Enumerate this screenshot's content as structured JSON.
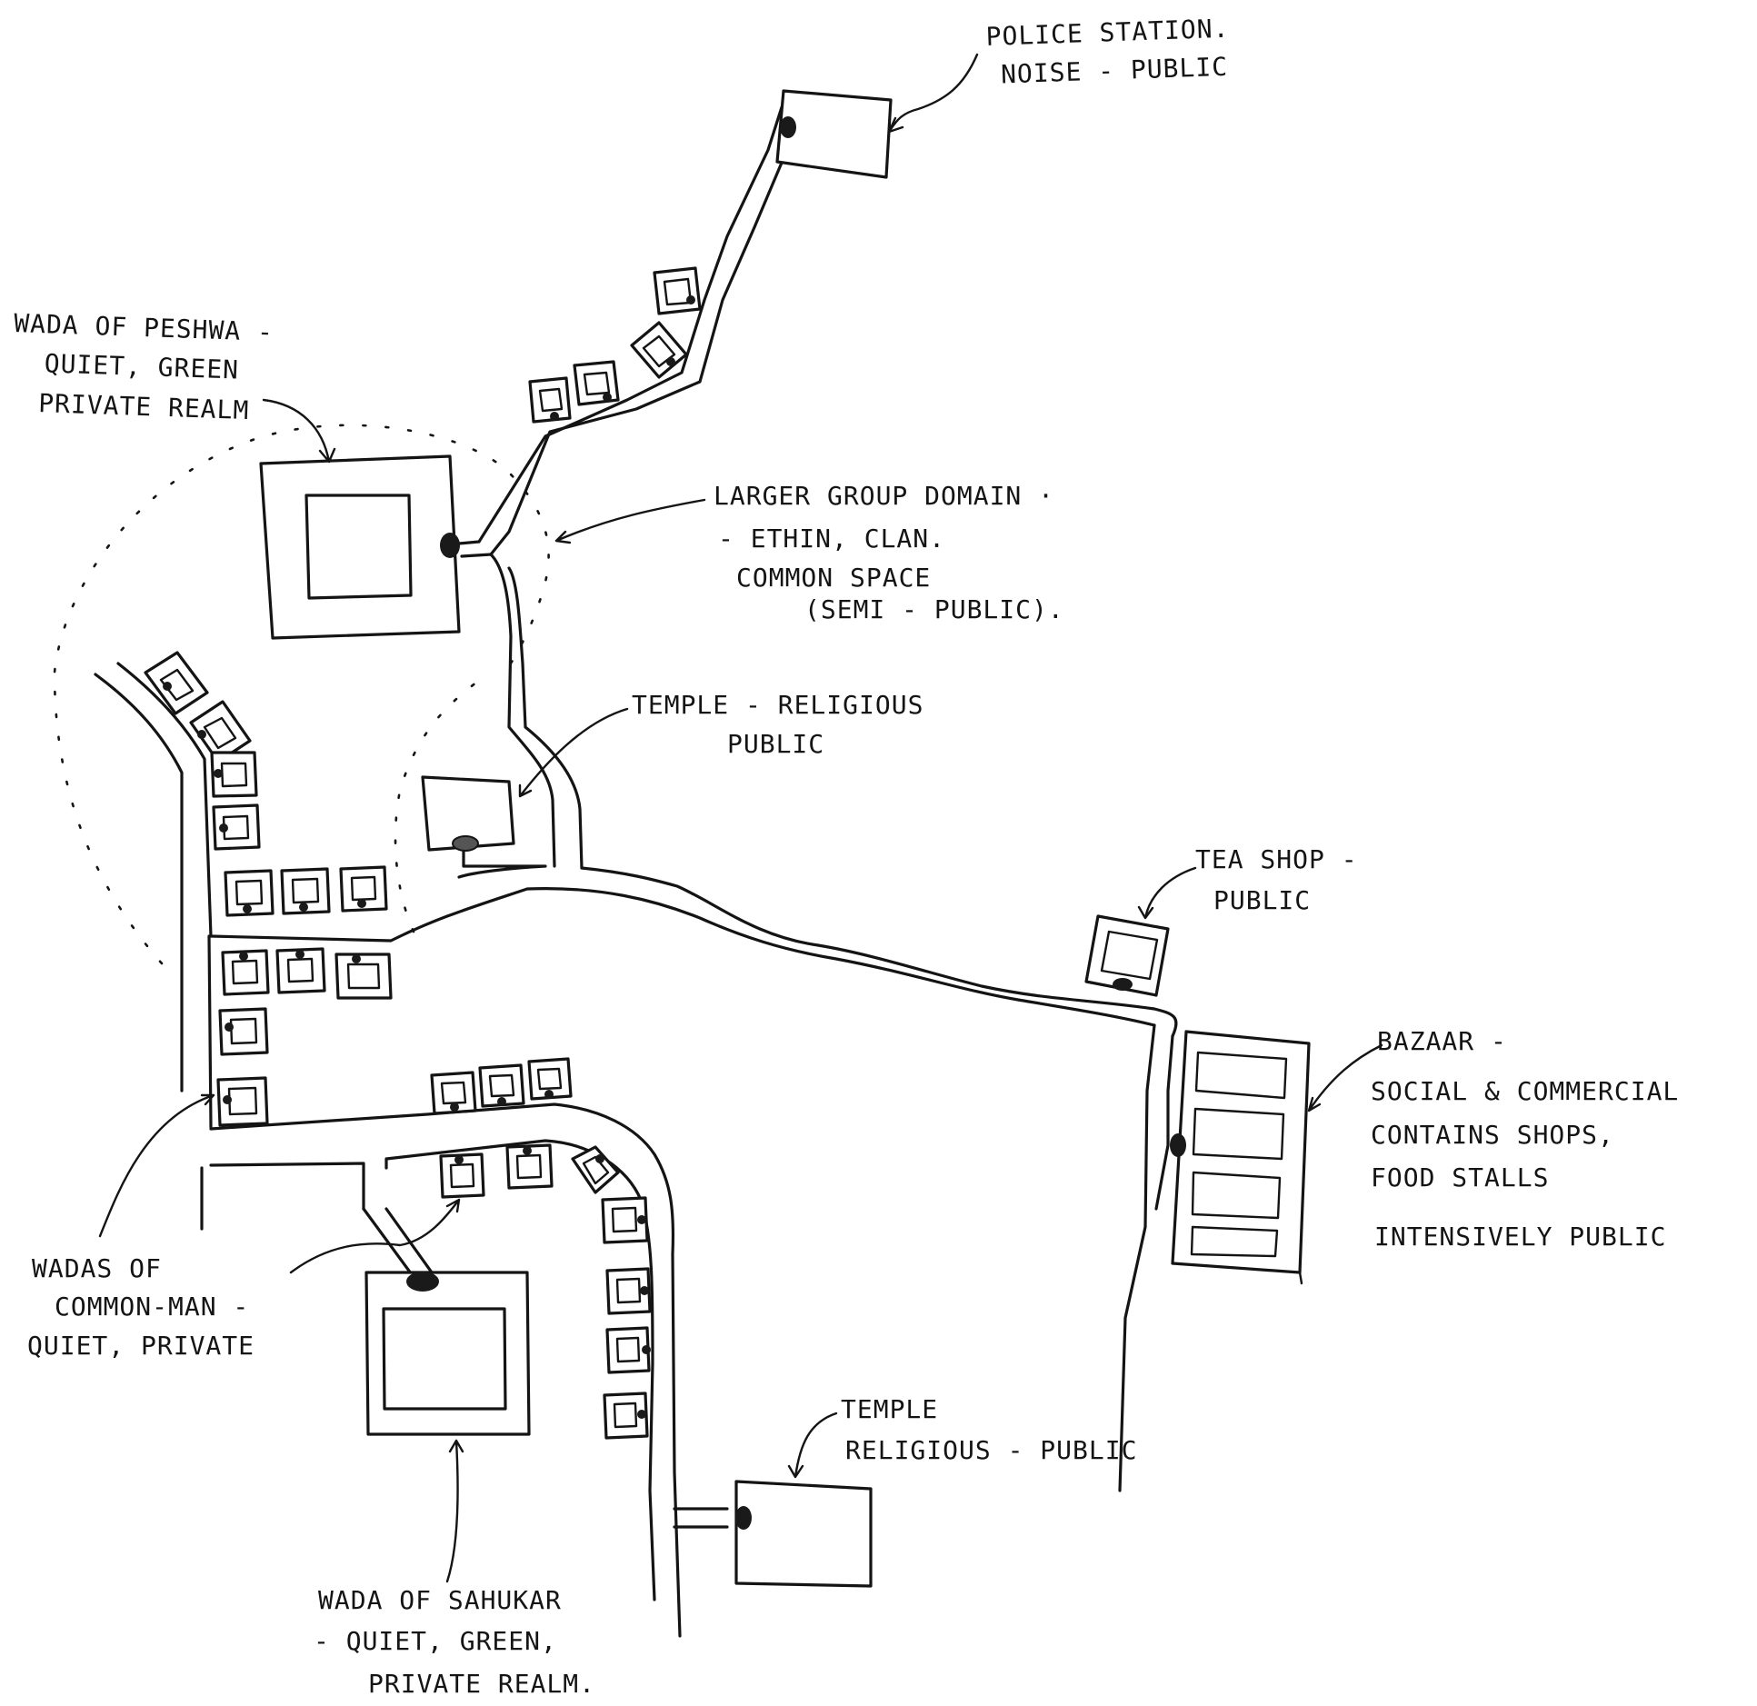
{
  "labels": {
    "police_station": [
      "POLICE STATION.",
      "NOISE - PUBLIC"
    ],
    "wada_peshwa": [
      "WADA OF PESHWA -",
      "QUIET, GREEN",
      "PRIVATE REALM"
    ],
    "larger_group": [
      "LARGER GROUP DOMAIN ·",
      "- ETHIN, CLAN.",
      "COMMON SPACE",
      "(SEMI - PUBLIC)."
    ],
    "temple_1": [
      "TEMPLE - RELIGIOUS",
      "PUBLIC"
    ],
    "tea_shop": [
      "TEA SHOP -",
      "PUBLIC"
    ],
    "bazaar": [
      "BAZAAR -",
      "SOCIAL & COMMERCIAL",
      "CONTAINS SHOPS,",
      "FOOD STALLS",
      "INTENSIVELY PUBLIC"
    ],
    "wadas_common": [
      "WADAS OF",
      "COMMON-MAN -",
      "QUIET, PRIVATE"
    ],
    "temple_2": [
      "TEMPLE",
      "RELIGIOUS - PUBLIC"
    ],
    "wada_sahukar": [
      "WADA OF SAHUKAR",
      "- QUIET, GREEN,",
      "PRIVATE REALM."
    ]
  }
}
